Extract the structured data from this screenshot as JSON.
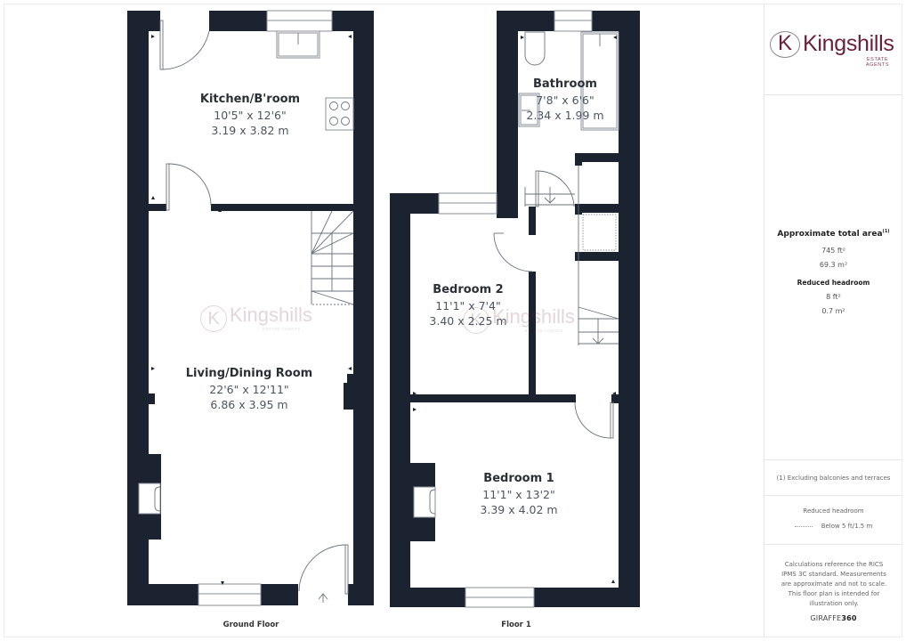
{
  "brand": {
    "logo_letter": "K",
    "logo_name": "Kingshills",
    "logo_subtitle": "ESTATE AGENTS",
    "color": "#6b1f3a"
  },
  "colors": {
    "wall": "#1b2330",
    "room_name": "#2b2f36",
    "room_dim": "#4d5563"
  },
  "floors": [
    {
      "label": "Ground Floor",
      "rooms": [
        {
          "name": "Kitchen/B'room",
          "imperial": "10'5\" x 12'6\"",
          "metric": "3.19 x 3.82 m"
        },
        {
          "name": "Living/Dining Room",
          "imperial": "22'6\" x 12'11\"",
          "metric": "6.86 x 3.95 m"
        }
      ]
    },
    {
      "label": "Floor 1",
      "rooms": [
        {
          "name": "Bathroom",
          "imperial": "7'8\" x 6'6\"",
          "metric": "2.34 x 1.99 m"
        },
        {
          "name": "Bedroom 2",
          "imperial": "11'1\" x 7'4\"",
          "metric": "3.40 x 2.25 m"
        },
        {
          "name": "Bedroom 1",
          "imperial": "11'1\" x 13'2\"",
          "metric": "3.39 x 4.02 m"
        }
      ]
    }
  ],
  "sidebar": {
    "area_title": "Approximate total area",
    "area_note_ref": "(1)",
    "area_ft": "745 ft²",
    "area_m": "69.3 m²",
    "reduced_title": "Reduced headroom",
    "reduced_ft": "8 ft²",
    "reduced_m": "0.7 m²",
    "footnote": "(1) Excluding balconies and terraces",
    "legend_title": "Reduced headroom",
    "legend_item": "Below 5 ft/1.5 m",
    "disclaimer": "Calculations reference the RICS IPMS 3C standard. Measurements are approximate and not to scale. This floor plan is intended for illustration only.",
    "brand_prefix": "GIRAFFE",
    "brand_suffix": "360"
  }
}
